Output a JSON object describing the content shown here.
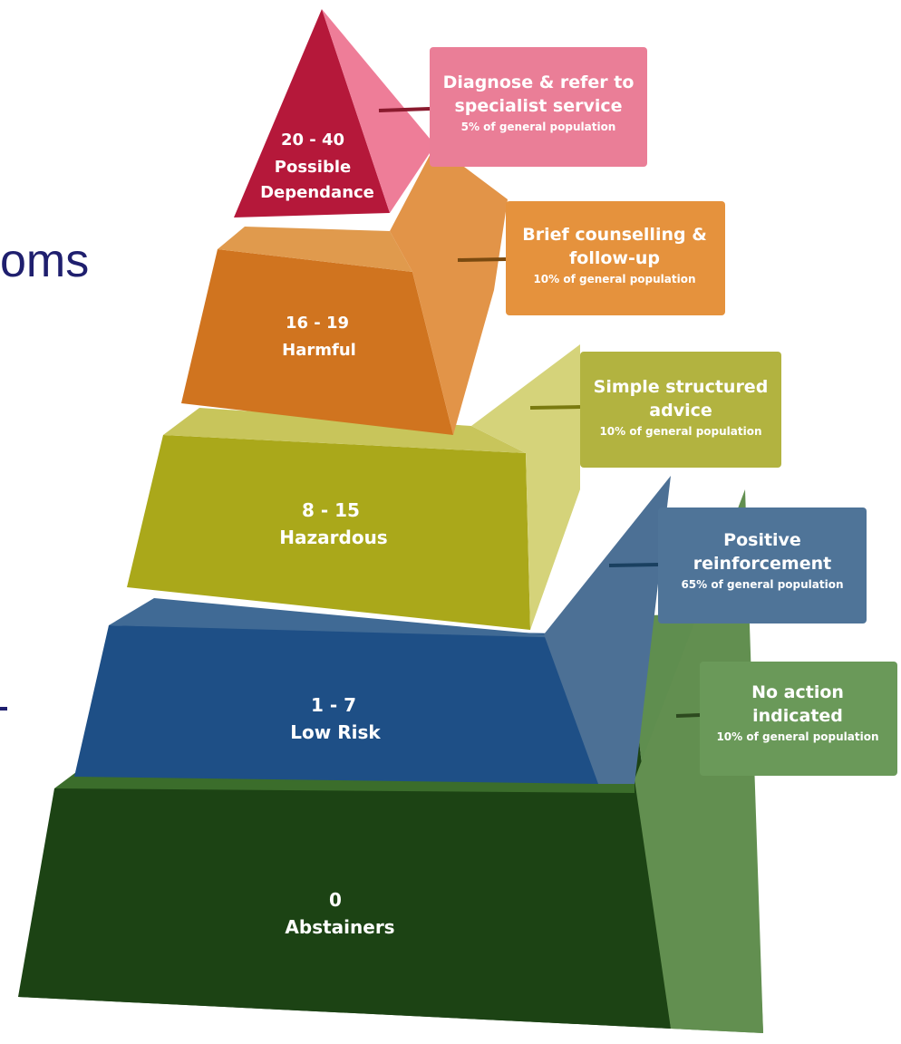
{
  "slide_text_fragment": "oms",
  "tiers": [
    {
      "range": "20 - 40",
      "label_line1": "Possible",
      "label_line2": "Dependance",
      "color": "#b5183a"
    },
    {
      "range": "16 - 19",
      "label": "Harmful",
      "color": "#d0741f"
    },
    {
      "range": "8 - 15",
      "label": "Hazardous",
      "color": "#aaa81a"
    },
    {
      "range": "1 - 7",
      "label": "Low Risk",
      "color": "#1e4f86"
    },
    {
      "range": "0",
      "label": "Abstainers",
      "color": "#1c4314"
    }
  ],
  "actions": [
    {
      "title_line1": "Diagnose & refer to",
      "title_line2": "specialist service",
      "share": "5% of general population",
      "color": "#ea7e97"
    },
    {
      "title_line1": "Brief counselling &",
      "title_line2": "follow-up",
      "share": "10% of general population",
      "color": "#e5923d"
    },
    {
      "title_line1": "Simple structured",
      "title_line2": "advice",
      "share": "10% of general population",
      "color": "#b2b340"
    },
    {
      "title_line1": "Positive",
      "title_line2": "reinforcement",
      "share": "65% of general population",
      "color": "#4f7498"
    },
    {
      "title_line1": "No action",
      "title_line2": "indicated",
      "share": "10% of general population",
      "color": "#6a9959"
    }
  ]
}
